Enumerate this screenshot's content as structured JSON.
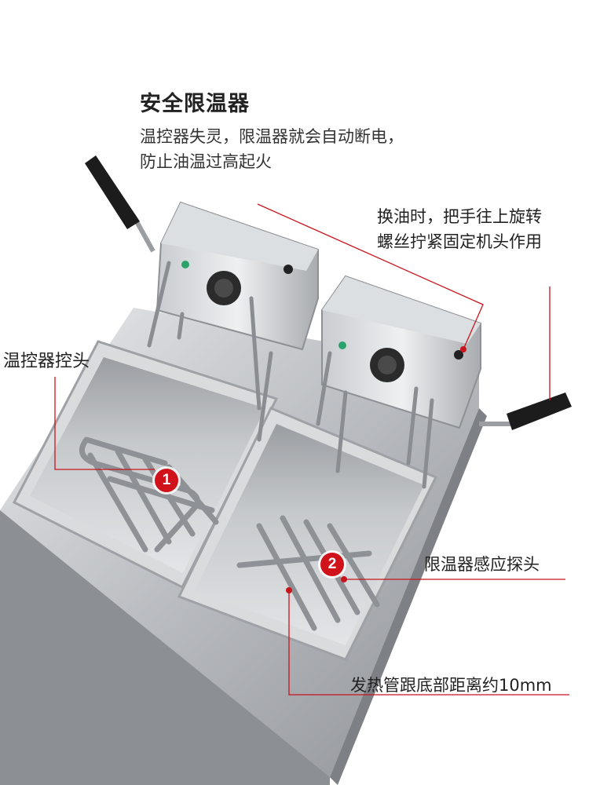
{
  "heading": {
    "title": "安全限温器",
    "desc_line1": "温控器失灵，限温器就会自动断电，",
    "desc_line2": "防止油温过高起火"
  },
  "callouts": {
    "handle_line1": "换油时，把手往上旋转",
    "handle_line2": "螺丝拧紧固定机头作用",
    "thermostat": "温控器控头",
    "sensor": "限温器感应探头",
    "heating_tube": "发热管跟底部距离约10mm"
  },
  "badges": {
    "one": "1",
    "two": "2"
  },
  "colors": {
    "accent_red": "#d0121b",
    "steel": "#b9bcc0",
    "leader_line": "#c8141c"
  }
}
